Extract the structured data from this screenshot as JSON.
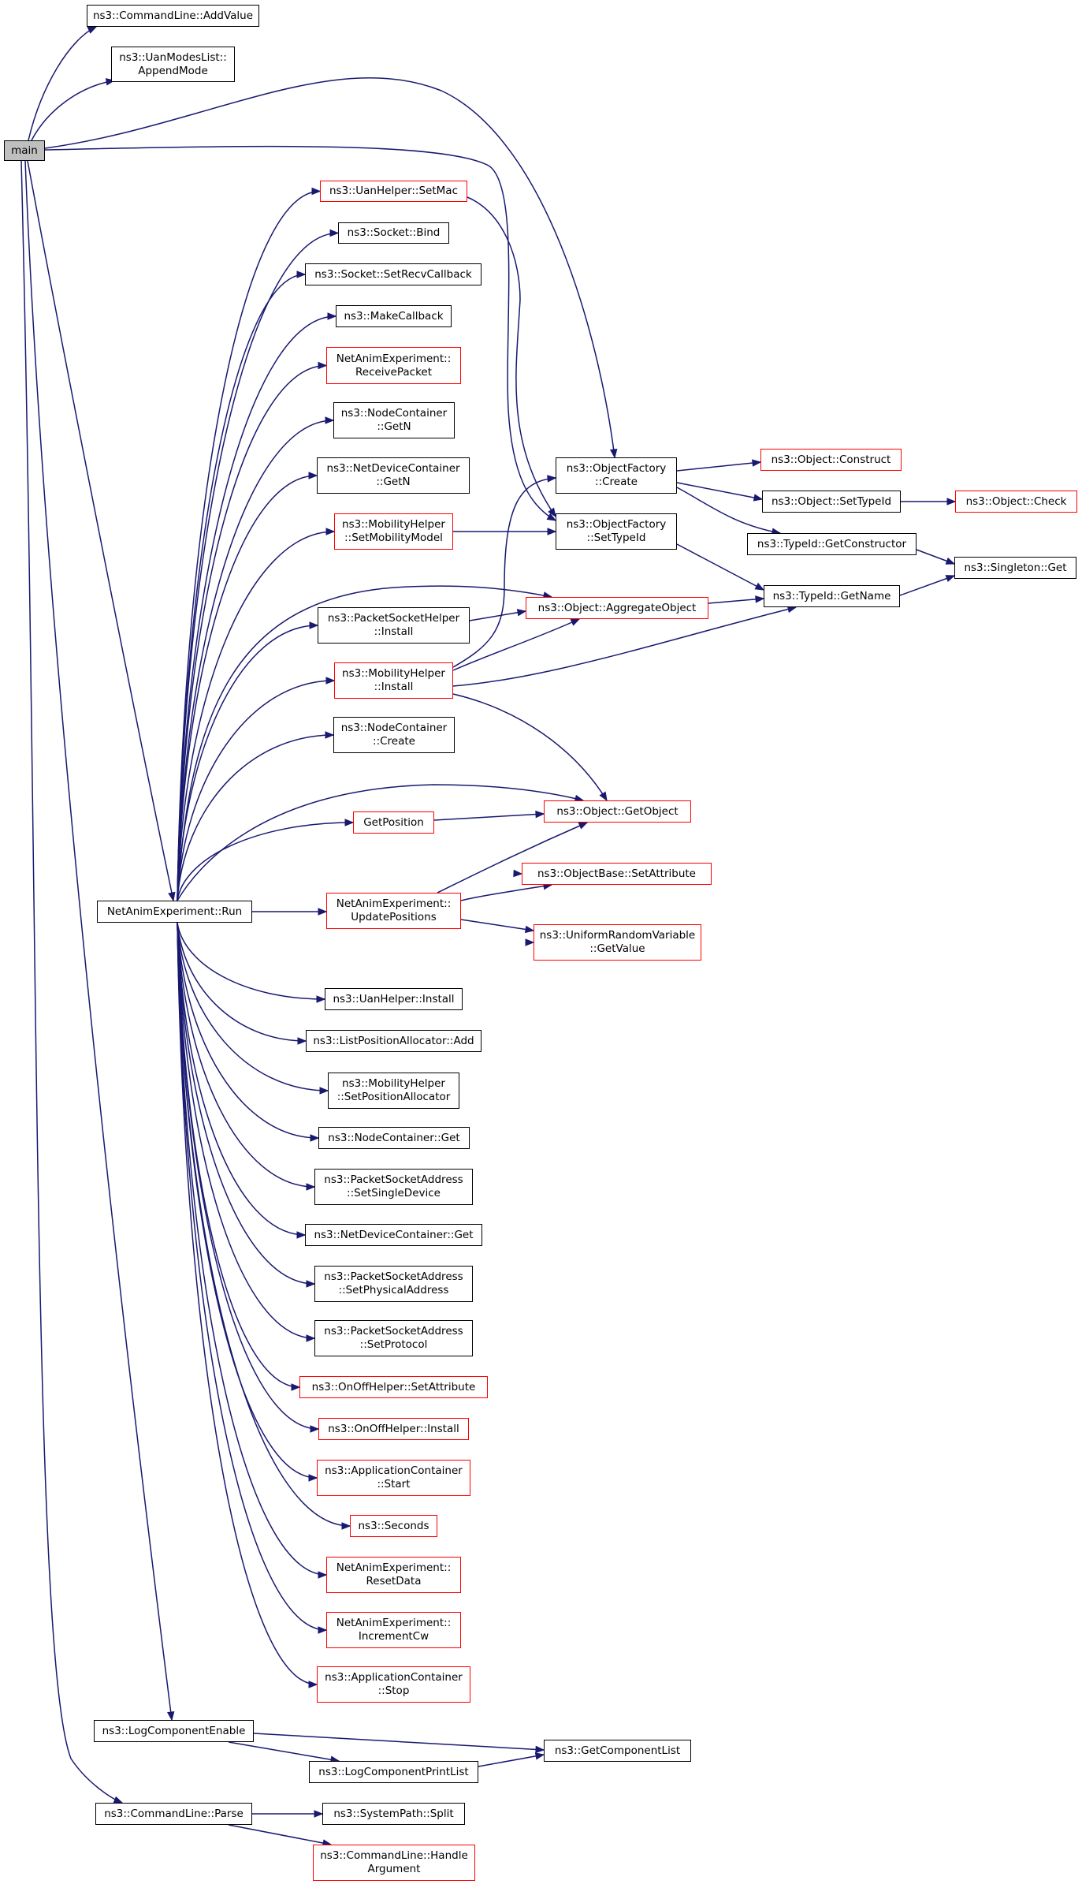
{
  "colors": {
    "edge": "#191970",
    "border": "#000000",
    "border_incomplete": "#ff0000",
    "current_fill": "#bfbfbf"
  },
  "nodes": {
    "main": {
      "lines": [
        "main"
      ],
      "kind": "current"
    },
    "cl_addvalue": {
      "lines": [
        "ns3::CommandLine::AddValue"
      ],
      "kind": "normal"
    },
    "uan_appendmode": {
      "lines": [
        "ns3::UanModesList::",
        "AppendMode"
      ],
      "kind": "normal"
    },
    "uanhelper_setmac": {
      "lines": [
        "ns3::UanHelper::SetMac"
      ],
      "kind": "red"
    },
    "socket_bind": {
      "lines": [
        "ns3::Socket::Bind"
      ],
      "kind": "normal"
    },
    "socket_setrecv": {
      "lines": [
        "ns3::Socket::SetRecvCallback"
      ],
      "kind": "normal"
    },
    "makecallback": {
      "lines": [
        "ns3::MakeCallback"
      ],
      "kind": "normal"
    },
    "nae_receivepacket": {
      "lines": [
        "NetAnimExperiment::",
        "ReceivePacket"
      ],
      "kind": "red"
    },
    "nodecontainer_getn": {
      "lines": [
        "ns3::NodeContainer",
        "::GetN"
      ],
      "kind": "normal"
    },
    "netdevcontainer_getn": {
      "lines": [
        "ns3::NetDeviceContainer",
        "::GetN"
      ],
      "kind": "normal"
    },
    "mobility_setmodel": {
      "lines": [
        "ns3::MobilityHelper",
        "::SetMobilityModel"
      ],
      "kind": "red"
    },
    "objfactory_create": {
      "lines": [
        "ns3::ObjectFactory",
        "::Create"
      ],
      "kind": "normal"
    },
    "objfactory_settypeid": {
      "lines": [
        "ns3::ObjectFactory",
        "::SetTypeId"
      ],
      "kind": "normal"
    },
    "object_construct": {
      "lines": [
        "ns3::Object::Construct"
      ],
      "kind": "red"
    },
    "object_settypeid": {
      "lines": [
        "ns3::Object::SetTypeId"
      ],
      "kind": "normal"
    },
    "object_check": {
      "lines": [
        "ns3::Object::Check"
      ],
      "kind": "red"
    },
    "typeid_getconstructor": {
      "lines": [
        "ns3::TypeId::GetConstructor"
      ],
      "kind": "normal"
    },
    "singleton_get": {
      "lines": [
        "ns3::Singleton::Get"
      ],
      "kind": "normal"
    },
    "typeid_getname": {
      "lines": [
        "ns3::TypeId::GetName"
      ],
      "kind": "normal"
    },
    "packetsockethelper_install": {
      "lines": [
        "ns3::PacketSocketHelper",
        "::Install"
      ],
      "kind": "normal"
    },
    "object_aggregate": {
      "lines": [
        "ns3::Object::AggregateObject"
      ],
      "kind": "red"
    },
    "mobility_install": {
      "lines": [
        "ns3::MobilityHelper",
        "::Install"
      ],
      "kind": "red"
    },
    "nodecontainer_create": {
      "lines": [
        "ns3::NodeContainer",
        "::Create"
      ],
      "kind": "normal"
    },
    "getposition": {
      "lines": [
        "GetPosition"
      ],
      "kind": "red"
    },
    "object_getobject": {
      "lines": [
        "ns3::Object::GetObject"
      ],
      "kind": "red"
    },
    "objectbase_setattribute": {
      "lines": [
        "ns3::ObjectBase::SetAttribute"
      ],
      "kind": "red"
    },
    "nae_run": {
      "lines": [
        "NetAnimExperiment::Run"
      ],
      "kind": "normal"
    },
    "nae_updatepositions": {
      "lines": [
        "NetAnimExperiment::",
        "UpdatePositions"
      ],
      "kind": "red"
    },
    "urv_getvalue": {
      "lines": [
        "ns3::UniformRandomVariable",
        "::GetValue"
      ],
      "kind": "red"
    },
    "uanhelper_install": {
      "lines": [
        "ns3::UanHelper::Install"
      ],
      "kind": "normal"
    },
    "listposalloc_add": {
      "lines": [
        "ns3::ListPositionAllocator::Add"
      ],
      "kind": "normal"
    },
    "mobility_setposalloc": {
      "lines": [
        "ns3::MobilityHelper",
        "::SetPositionAllocator"
      ],
      "kind": "normal"
    },
    "nodecontainer_get": {
      "lines": [
        "ns3::NodeContainer::Get"
      ],
      "kind": "normal"
    },
    "psa_setsingledevice": {
      "lines": [
        "ns3::PacketSocketAddress",
        "::SetSingleDevice"
      ],
      "kind": "normal"
    },
    "netdevcontainer_get": {
      "lines": [
        "ns3::NetDeviceContainer::Get"
      ],
      "kind": "normal"
    },
    "psa_setphysaddr": {
      "lines": [
        "ns3::PacketSocketAddress",
        "::SetPhysicalAddress"
      ],
      "kind": "normal"
    },
    "psa_setprotocol": {
      "lines": [
        "ns3::PacketSocketAddress",
        "::SetProtocol"
      ],
      "kind": "normal"
    },
    "onoff_setattribute": {
      "lines": [
        "ns3::OnOffHelper::SetAttribute"
      ],
      "kind": "red"
    },
    "onoff_install": {
      "lines": [
        "ns3::OnOffHelper::Install"
      ],
      "kind": "red"
    },
    "appcontainer_start": {
      "lines": [
        "ns3::ApplicationContainer",
        "::Start"
      ],
      "kind": "red"
    },
    "seconds": {
      "lines": [
        "ns3::Seconds"
      ],
      "kind": "red"
    },
    "nae_resetdata": {
      "lines": [
        "NetAnimExperiment::",
        "ResetData"
      ],
      "kind": "red"
    },
    "nae_incrementcw": {
      "lines": [
        "NetAnimExperiment::",
        "IncrementCw"
      ],
      "kind": "red"
    },
    "appcontainer_stop": {
      "lines": [
        "ns3::ApplicationContainer",
        "::Stop"
      ],
      "kind": "red"
    },
    "logcomponentenable": {
      "lines": [
        "ns3::LogComponentEnable"
      ],
      "kind": "normal"
    },
    "getcomponentlist": {
      "lines": [
        "ns3::GetComponentList"
      ],
      "kind": "normal"
    },
    "logcomponentprintlist": {
      "lines": [
        "ns3::LogComponentPrintList"
      ],
      "kind": "normal"
    },
    "cl_parse": {
      "lines": [
        "ns3::CommandLine::Parse"
      ],
      "kind": "normal"
    },
    "systempath_split": {
      "lines": [
        "ns3::SystemPath::Split"
      ],
      "kind": "normal"
    },
    "cl_handleargument": {
      "lines": [
        "ns3::CommandLine::Handle",
        "Argument"
      ],
      "kind": "red"
    }
  },
  "edges": [
    [
      "main",
      "cl_addvalue"
    ],
    [
      "main",
      "uan_appendmode"
    ],
    [
      "main",
      "objfactory_create"
    ],
    [
      "main",
      "objfactory_settypeid"
    ],
    [
      "main",
      "nae_run"
    ],
    [
      "main",
      "logcomponentenable"
    ],
    [
      "main",
      "cl_parse"
    ],
    [
      "uanhelper_setmac",
      "objfactory_settypeid"
    ],
    [
      "objfactory_create",
      "object_construct"
    ],
    [
      "objfactory_create",
      "object_settypeid"
    ],
    [
      "objfactory_create",
      "typeid_getconstructor"
    ],
    [
      "object_settypeid",
      "object_check"
    ],
    [
      "typeid_getconstructor",
      "singleton_get"
    ],
    [
      "objfactory_settypeid",
      "typeid_getname"
    ],
    [
      "typeid_getname",
      "singleton_get"
    ],
    [
      "mobility_setmodel",
      "objfactory_settypeid"
    ],
    [
      "packetsockethelper_install",
      "object_aggregate"
    ],
    [
      "object_aggregate",
      "typeid_getname"
    ],
    [
      "mobility_install",
      "objfactory_create"
    ],
    [
      "mobility_install",
      "object_aggregate"
    ],
    [
      "mobility_install",
      "typeid_getname"
    ],
    [
      "mobility_install",
      "object_getobject"
    ],
    [
      "getposition",
      "object_getobject"
    ],
    [
      "nae_updatepositions",
      "object_getobject"
    ],
    [
      "nae_updatepositions",
      "objectbase_setattribute"
    ],
    [
      "nae_updatepositions",
      "urv_getvalue"
    ],
    [
      "nae_run",
      "uanhelper_setmac"
    ],
    [
      "nae_run",
      "socket_bind"
    ],
    [
      "nae_run",
      "socket_setrecv"
    ],
    [
      "nae_run",
      "makecallback"
    ],
    [
      "nae_run",
      "nae_receivepacket"
    ],
    [
      "nae_run",
      "nodecontainer_getn"
    ],
    [
      "nae_run",
      "netdevcontainer_getn"
    ],
    [
      "nae_run",
      "mobility_setmodel"
    ],
    [
      "nae_run",
      "object_aggregate"
    ],
    [
      "nae_run",
      "packetsockethelper_install"
    ],
    [
      "nae_run",
      "mobility_install"
    ],
    [
      "nae_run",
      "nodecontainer_create"
    ],
    [
      "nae_run",
      "object_getobject"
    ],
    [
      "nae_run",
      "getposition"
    ],
    [
      "nae_run",
      "objectbase_setattribute"
    ],
    [
      "nae_run",
      "nae_updatepositions"
    ],
    [
      "nae_run",
      "urv_getvalue"
    ],
    [
      "nae_run",
      "uanhelper_install"
    ],
    [
      "nae_run",
      "listposalloc_add"
    ],
    [
      "nae_run",
      "mobility_setposalloc"
    ],
    [
      "nae_run",
      "nodecontainer_get"
    ],
    [
      "nae_run",
      "psa_setsingledevice"
    ],
    [
      "nae_run",
      "netdevcontainer_get"
    ],
    [
      "nae_run",
      "psa_setphysaddr"
    ],
    [
      "nae_run",
      "psa_setprotocol"
    ],
    [
      "nae_run",
      "onoff_setattribute"
    ],
    [
      "nae_run",
      "onoff_install"
    ],
    [
      "nae_run",
      "appcontainer_start"
    ],
    [
      "nae_run",
      "seconds"
    ],
    [
      "nae_run",
      "nae_resetdata"
    ],
    [
      "nae_run",
      "nae_incrementcw"
    ],
    [
      "nae_run",
      "appcontainer_stop"
    ],
    [
      "logcomponentenable",
      "getcomponentlist"
    ],
    [
      "logcomponentenable",
      "logcomponentprintlist"
    ],
    [
      "logcomponentprintlist",
      "getcomponentlist"
    ],
    [
      "cl_parse",
      "systempath_split"
    ],
    [
      "cl_parse",
      "cl_handleargument"
    ]
  ]
}
